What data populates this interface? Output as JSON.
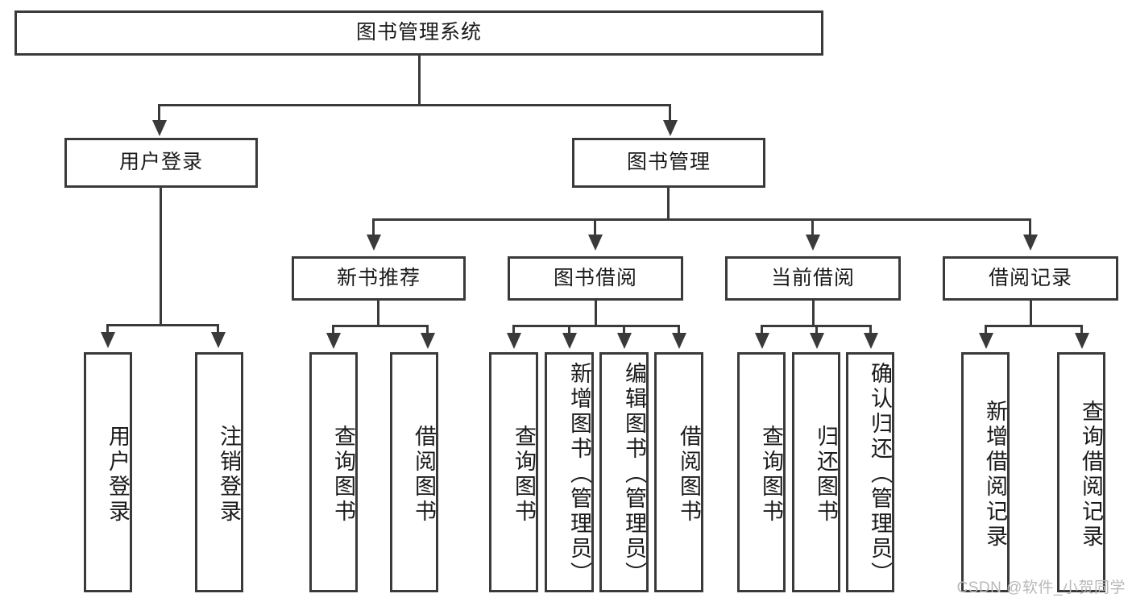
{
  "diagram": {
    "type": "tree-hierarchy-chart",
    "title": "图书管理系统",
    "watermark": "CSDN @软件_小贺同学",
    "colors": {
      "stroke": "#3a3a3a",
      "fill": "#ffffff",
      "text": "#1a1a1a",
      "watermark": "#b9b9b9"
    },
    "root": {
      "label": "图书管理系统"
    },
    "level2": [
      {
        "label": "用户登录"
      },
      {
        "label": "图书管理"
      }
    ],
    "level3": [
      {
        "label": "新书推荐"
      },
      {
        "label": "图书借阅"
      },
      {
        "label": "当前借阅"
      },
      {
        "label": "借阅记录"
      }
    ],
    "leaves": {
      "user_login": [
        {
          "label": "用户登录"
        },
        {
          "label": "注销登录"
        }
      ],
      "new_book_recommend": [
        {
          "label": "查询图书"
        },
        {
          "label": "借阅图书"
        }
      ],
      "book_borrow": [
        {
          "label": "查询图书"
        },
        {
          "label": "新增图书（管理员）"
        },
        {
          "label": "编辑图书（管理员）"
        },
        {
          "label": "借阅图书"
        }
      ],
      "current_borrow": [
        {
          "label": "查询图书"
        },
        {
          "label": "归还图书"
        },
        {
          "label": "确认归还（管理员）"
        }
      ],
      "borrow_record": [
        {
          "label": "新增借阅记录"
        },
        {
          "label": "查询借阅记录"
        }
      ]
    }
  }
}
